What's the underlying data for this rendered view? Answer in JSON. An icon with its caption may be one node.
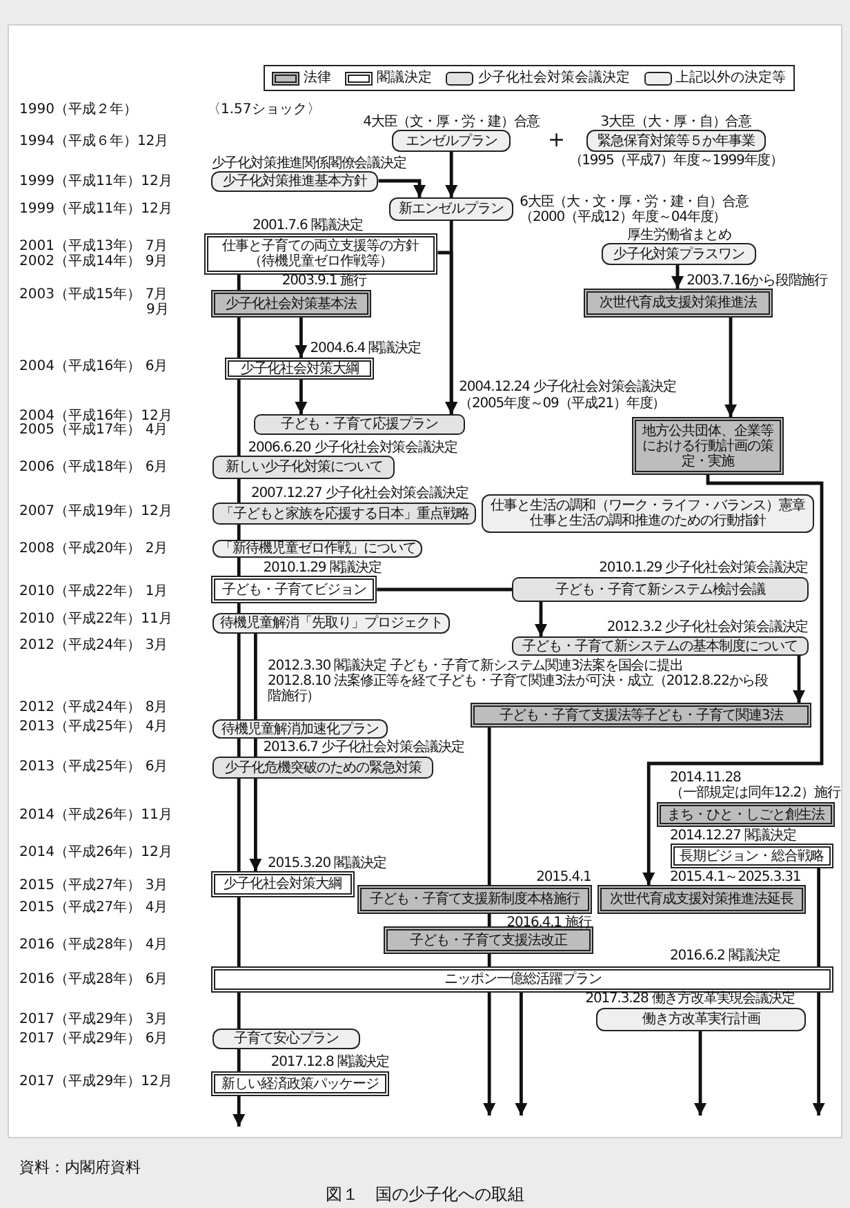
{
  "diagram": {
    "caption": "図１　国の少子化への取組",
    "nodes": [
      {
        "text": [
          "エンゼルプラン"
        ],
        "beside": [
          "4大臣（文・厚・労・建）合意"
        ]
      },
      {
        "text": [
          "緊急保育対策等５か年事業"
        ],
        "beside": [
          "3大臣（大・厚・自）合意",
          "（1995（平成7）年度～1999年度）"
        ]
      },
      {
        "text": [
          "少子化対策推進基本方針"
        ],
        "beside": [
          "少子化対策推進関係閣僚会議決定"
        ]
      },
      {
        "text": [
          "新エンゼルプラン"
        ],
        "beside": [
          "6大臣（大・文・厚・労・建・自）合意",
          "（2000（平成12）年度～04年度）"
        ]
      },
      {
        "text": [
          "仕事と子育ての両立支援等の方針（待機児童ゼロ作戦等）"
        ],
        "beside": [
          "2001.7.6 閣議決定"
        ]
      },
      {
        "text": [
          "少子化対策プラスワン"
        ],
        "beside": [
          "厚生労働省まとめ"
        ]
      },
      {
        "text": [
          "少子化社会対策基本法"
        ],
        "beside": [
          "2003.9.1 施行"
        ]
      },
      {
        "text": [
          "次世代育成支援対策推進法"
        ],
        "beside": [
          "2003.7.16から段階施行"
        ]
      },
      {
        "text": [
          "少子化社会対策大綱"
        ],
        "beside": [
          "2004.6.4 閣議決定"
        ]
      },
      {
        "text": [
          "子ども・子育て応援プラン"
        ],
        "beside": [
          "2004.12.24 少子化社会対策会議決定",
          "（2005年度～09（平成21）年度）"
        ]
      },
      {
        "text": [
          "地方公共団体、企業等における行動計画の策定・実施"
        ]
      },
      {
        "text": [
          "新しい少子化対策について"
        ],
        "beside": [
          "2006.6.20 少子化社会対策会議決定"
        ]
      },
      {
        "text": [
          "仕事と生活の調和（ワーク・ライフ・バランス）憲章",
          "仕事と生活の調和推進のための行動指針"
        ]
      },
      {
        "text": [
          "「子どもと家族を応援する日本」重点戦略"
        ],
        "beside": [
          "2007.12.27 少子化社会対策会議決定"
        ]
      },
      {
        "text": [
          "「新待機児童ゼロ作戦」について"
        ]
      },
      {
        "text": [
          "子ども・子育てビジョン"
        ],
        "beside": [
          "2010.1.29 閣議決定"
        ]
      },
      {
        "text": [
          "子ども・子育て新システム検討会議"
        ],
        "beside": [
          "2010.1.29 少子化社会対策会議決定"
        ]
      },
      {
        "text": [
          "待機児童解消「先取り」プロジェクト"
        ]
      },
      {
        "text": [
          "子ども・子育て新システムの基本制度について"
        ],
        "beside": [
          "2012.3.2 少子化社会対策会議決定"
        ]
      },
      {
        "text": [
          "子ども・子育て支援法等子ども・子育て関連3法"
        ],
        "beside": [
          "2012.3.30 閣議決定 子ども・子育て新システム関連3法案を国会に提出",
          "2012.8.10 法案修正等を経て子ども・子育て関連3法が可決・成立（2012.8.22から段階施行）"
        ]
      },
      {
        "text": [
          "待機児童解消加速化プラン"
        ]
      },
      {
        "text": [
          "少子化危機突破のための緊急対策"
        ],
        "beside": [
          "2013.6.7 少子化社会対策会議決定"
        ]
      },
      {
        "text": [
          "まち・ひと・しごと創生法"
        ],
        "beside": [
          "2014.11.28",
          "（一部規定は同年12.2）施行"
        ]
      },
      {
        "text": [
          "長期ビジョン・総合戦略"
        ],
        "beside": [
          "2014.12.27 閣議決定"
        ]
      },
      {
        "text": [
          "少子化社会対策大綱"
        ],
        "beside": [
          "2015.3.20 閣議決定"
        ]
      },
      {
        "text": [
          "子ども・子育て支援新制度本格施行"
        ],
        "beside": [
          "2015.4.1"
        ]
      },
      {
        "text": [
          "次世代育成支援対策推進法延長"
        ],
        "beside": [
          "2015.4.1～2025.3.31"
        ]
      },
      {
        "text": [
          "子ども・子育て支援法改正"
        ],
        "beside": [
          "2016.4.1 施行"
        ]
      },
      {
        "text": [
          "ニッポン一億総活躍プラン"
        ],
        "beside": [
          "2016.6.2 閣議決定"
        ]
      },
      {
        "text": [
          "働き方改革実行計画"
        ],
        "beside": [
          "2017.3.28 働き方改革実現会議決定"
        ]
      },
      {
        "text": [
          "子育て安心プラン"
        ]
      },
      {
        "text": [
          "新しい経済政策パッケージ"
        ],
        "beside": [
          "2017.12.8 閣議決定"
        ]
      }
    ],
    "edges": [
      {
        "from": 0,
        "to": 3,
        "arrow": "to"
      },
      {
        "from": 2,
        "to": 3,
        "arrow": "to"
      },
      {
        "from": 3,
        "to": 9,
        "arrow": "to"
      },
      {
        "from": 4,
        "to": 9,
        "arrow": "to"
      },
      {
        "from": 5,
        "to": 7,
        "arrow": "to"
      },
      {
        "from": 7,
        "to": 10,
        "arrow": "to"
      },
      {
        "from": 6,
        "to": 8,
        "arrow": "to"
      },
      {
        "from": 8,
        "to": 9,
        "arrow": "to"
      },
      {
        "from": 4,
        "to": 6,
        "arrow": "none"
      },
      {
        "from": 6,
        "to": 8,
        "arrow": "none"
      },
      {
        "from": 8,
        "to": 11,
        "arrow": "none"
      },
      {
        "from": 11,
        "to": 13,
        "arrow": "none"
      },
      {
        "from": 13,
        "to": 14,
        "arrow": "none"
      },
      {
        "from": 14,
        "to": 15,
        "arrow": "none"
      },
      {
        "from": 15,
        "to": 17,
        "arrow": "none"
      },
      {
        "from": 17,
        "to": 20,
        "arrow": "none"
      },
      {
        "from": 20,
        "to": 21,
        "arrow": "none"
      },
      {
        "from": 21,
        "to": 24,
        "arrow": "none"
      },
      {
        "from": 24,
        "to": 28,
        "arrow": "none"
      },
      {
        "from": 28,
        "to": 30,
        "arrow": "none"
      },
      {
        "from": 30,
        "to": 31,
        "arrow": "none"
      },
      {
        "from": 31,
        "to": null,
        "arrow": "to"
      },
      {
        "from": 17,
        "to": 20,
        "arrow": "none"
      },
      {
        "from": 20,
        "to": 21,
        "arrow": "none"
      },
      {
        "from": 21,
        "to": 24,
        "arrow": "to"
      },
      {
        "from": 15,
        "to": 16,
        "arrow": "none"
      },
      {
        "from": 16,
        "to": 18,
        "arrow": "to"
      },
      {
        "from": 18,
        "to": 19,
        "arrow": "to"
      },
      {
        "from": 10,
        "to": 26,
        "arrow": "to"
      },
      {
        "from": 19,
        "to": 25,
        "arrow": "none"
      },
      {
        "from": 25,
        "to": 27,
        "arrow": "none"
      },
      {
        "from": 27,
        "to": 28,
        "arrow": "none"
      },
      {
        "from": 28,
        "to": null,
        "arrow": "to"
      },
      {
        "from": 28,
        "to": null,
        "arrow": "to"
      },
      {
        "from": 23,
        "to": 28,
        "arrow": "none"
      },
      {
        "from": 28,
        "to": null,
        "arrow": "to"
      },
      {
        "from": 29,
        "to": null,
        "arrow": "to"
      }
    ],
    "labels": [
      "1990（平成２年）",
      "〈1.57ショック〉",
      "1994（平成６年）12月",
      "+",
      "1999（平成11年）12月",
      "1999（平成11年）12月",
      "2001（平成13年） 7月",
      "2002（平成14年） 9月",
      "2003（平成15年） 7月",
      "9月",
      "2004（平成16年） 6月",
      "2004（平成16年）12月",
      "2005（平成17年） 4月",
      "2006（平成18年） 6月",
      "2007（平成19年）12月",
      "2008（平成20年） 2月",
      "2010（平成22年） 1月",
      "2010（平成22年）11月",
      "2012（平成24年） 3月",
      "2012（平成24年） 8月",
      "2013（平成25年） 4月",
      "2013（平成25年） 6月",
      "2014（平成26年）11月",
      "2014（平成26年）12月",
      "2015（平成27年） 3月",
      "2015（平成27年） 4月",
      "2016（平成28年） 4月",
      "2016（平成28年） 6月",
      "2017（平成29年） 3月",
      "2017（平成29年） 6月",
      "2017（平成29年）12月",
      "資料：内閣府資料"
    ],
    "legend": [
      {
        "text": "法律",
        "color": "#bdbdbd"
      },
      {
        "text": "閣議決定",
        "color": "#ffffff"
      },
      {
        "text": "少子化社会対策会議決定",
        "color": "#e3e3e3"
      },
      {
        "text": "上記以外の決定等",
        "color": "#efefef"
      }
    ]
  }
}
